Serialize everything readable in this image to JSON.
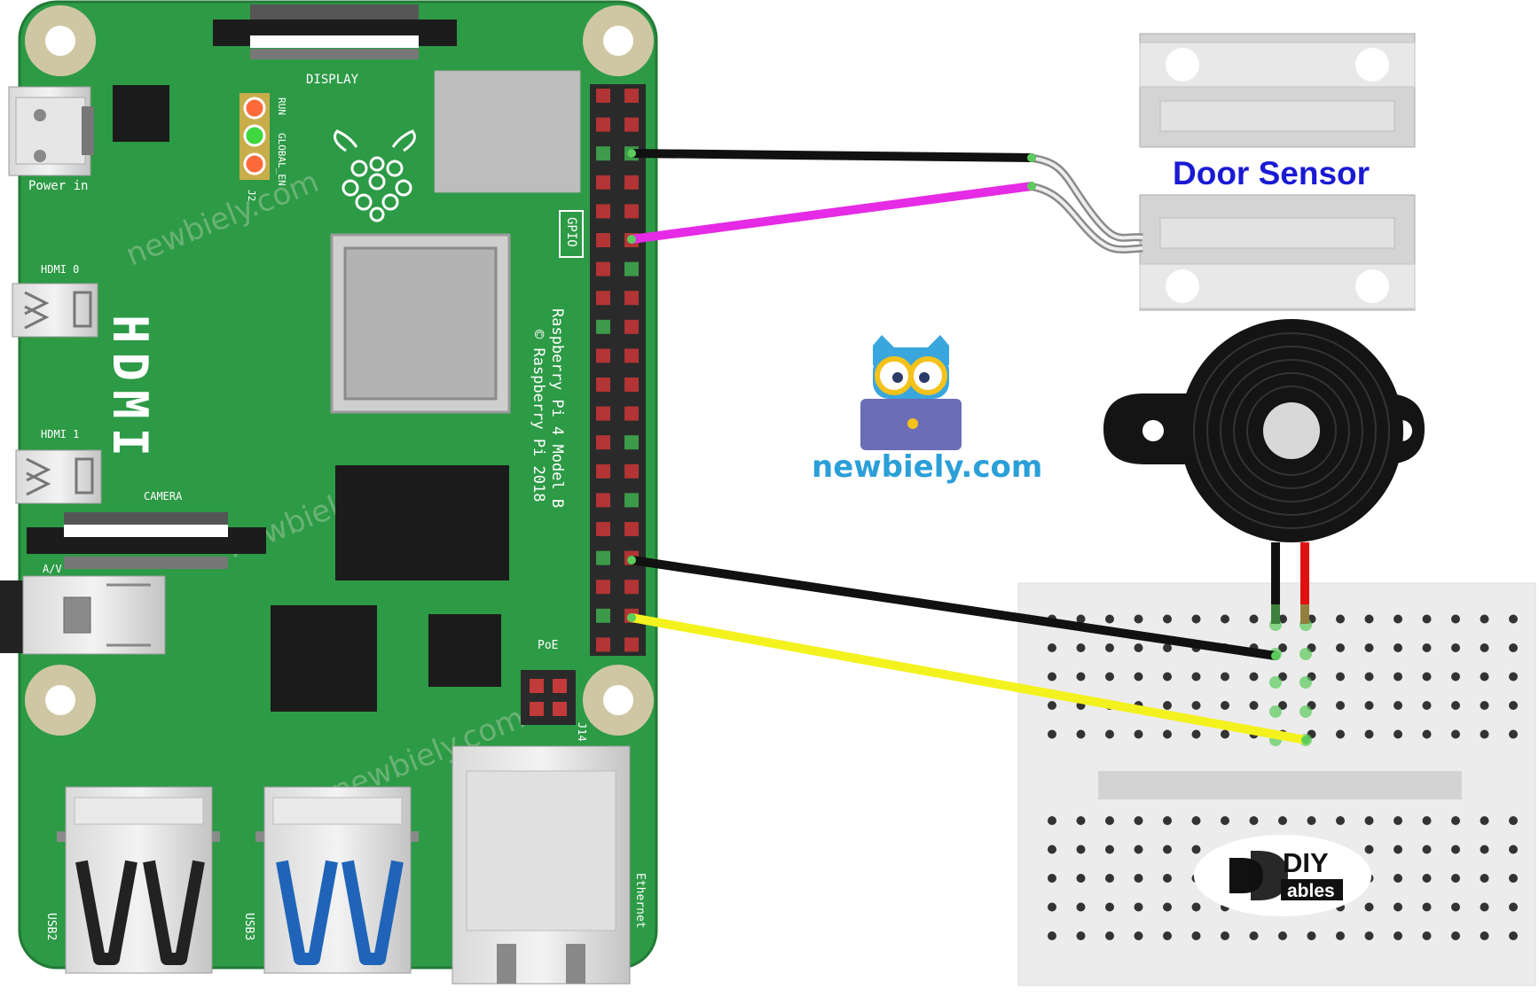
{
  "board": {
    "display_label": "DISPLAY",
    "power_label": "Power in",
    "hdmi0_label": "HDMI 0",
    "hdmi1_label": "HDMI 1",
    "hdmi_big_label": "HDMI",
    "camera_label": "CAMERA",
    "av_label": "A/V",
    "run_label": "RUN",
    "global_en_label": "GLOBAL_EN",
    "j2_label": "J2",
    "gpio_label": "GPIO",
    "model_line1": "Raspberry Pi 4 Model B",
    "model_line2": "© Raspberry Pi 2018",
    "poe_label": "PoE",
    "j14_label": "J14",
    "usb2_label": "USB2",
    "usb3_label": "USB3",
    "ethernet_label": "Ethernet"
  },
  "watermarks": [
    "newbiely.com",
    "newbiely.com",
    "newbiely.com"
  ],
  "door_sensor": {
    "title": "Door Sensor"
  },
  "logo": {
    "text": "newbiely.com"
  },
  "diyables": {
    "line1": "DIY",
    "line2": "ables"
  },
  "colors": {
    "board_green": "#2d9a46",
    "wire_black": "#111111",
    "wire_magenta": "#e52be5",
    "wire_yellow": "#f4f21e",
    "buzzer_red": "#e01010",
    "door_sensor_text": "#1a1ad4",
    "logo_text": "#2b9fd8"
  },
  "icons": [
    "raspberry-logo-icon",
    "owl-laptop-icon",
    "diyables-logo-icon"
  ]
}
